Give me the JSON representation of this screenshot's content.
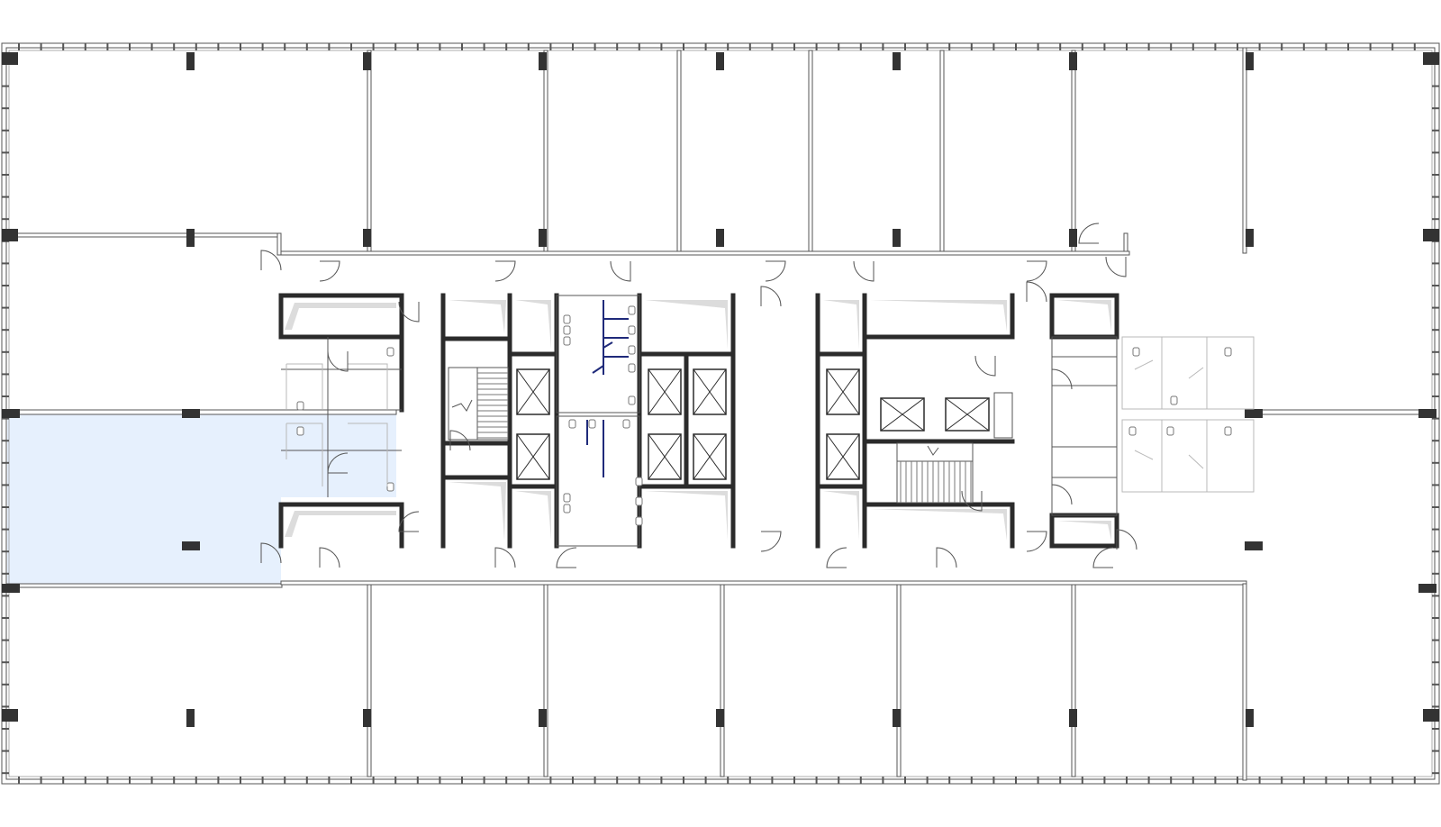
{
  "plan": {
    "highlighted_unit": "office-west-middle",
    "colors": {
      "background": "#ffffff",
      "highlight_fill": "#e6f0fd",
      "wall_dark": "#2b2b2b",
      "wall_outline": "#555555",
      "partition_fill": "#ffffff",
      "column_fill": "#333333",
      "restroom_stall": "#1f2a7a",
      "faded_restroom": "#b8b8b8"
    },
    "icons": {
      "elevator": "elevator-cross-box",
      "stair": "stair-treads",
      "door": "door-swing-arc",
      "toilet": "toilet-fixture"
    }
  }
}
